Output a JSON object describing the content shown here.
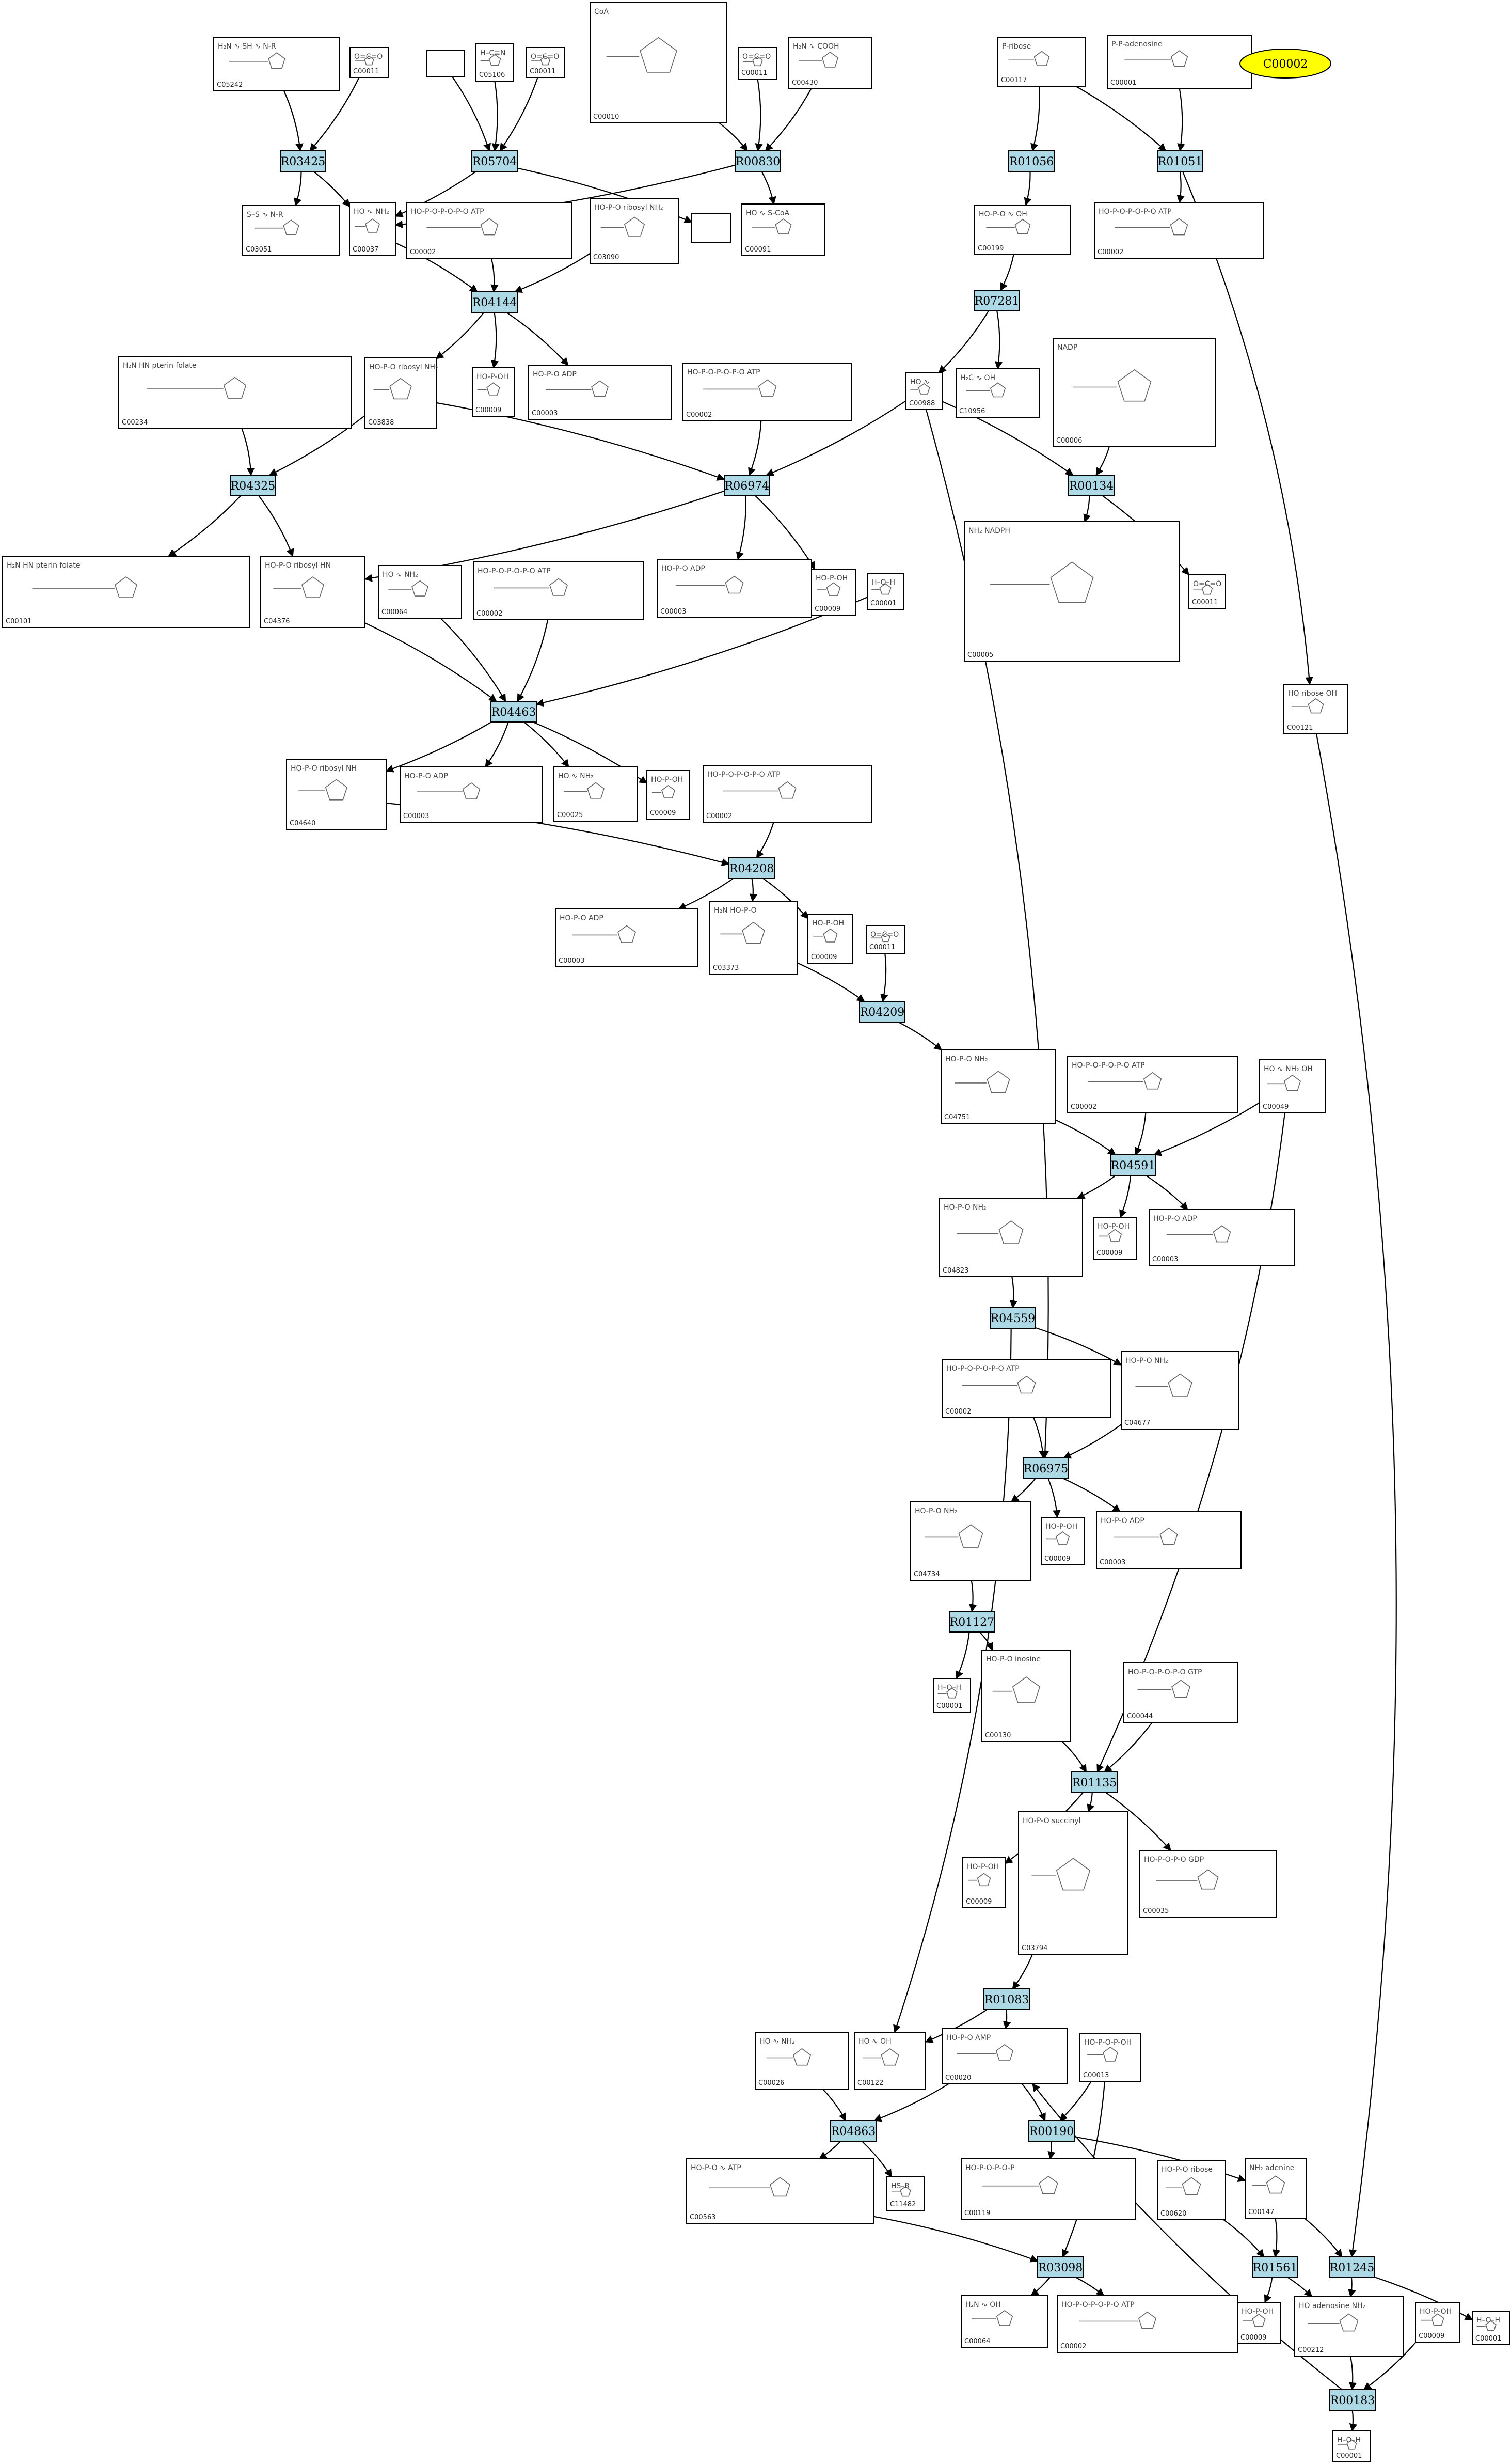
{
  "badge": {
    "label": "C00002",
    "color": "#ffff00"
  },
  "reaction_color": "#add8e6",
  "reactions": [
    "R03425",
    "R05704",
    "R00830",
    "R01056",
    "R01051",
    "R04144",
    "R07281",
    "R04325",
    "R06974",
    "R00134",
    "R04463",
    "R04208",
    "R04209",
    "R04591",
    "R04559",
    "R06975",
    "R01127",
    "R01135",
    "R01083",
    "R04863",
    "R00190",
    "R03098",
    "R01561",
    "R01245",
    "R00183"
  ],
  "compounds": [
    {
      "id": "C05242",
      "label": "C05242",
      "fg": "H₂N ∿ SH ∿ N-R"
    },
    {
      "id": "C00011a",
      "label": "C00011",
      "fg": "O=C=O"
    },
    {
      "id": "blank1",
      "label": "",
      "fg": ""
    },
    {
      "id": "C05106",
      "label": "C05106",
      "fg": "H–C≡N"
    },
    {
      "id": "C00011b",
      "label": "C00011",
      "fg": "O=C=O"
    },
    {
      "id": "C00010",
      "label": "C00010",
      "fg": "CoA"
    },
    {
      "id": "C00011c",
      "label": "C00011",
      "fg": "O=C=O"
    },
    {
      "id": "C00430",
      "label": "C00430",
      "fg": "H₂N ∿ COOH"
    },
    {
      "id": "C00117",
      "label": "C00117",
      "fg": "P-ribose"
    },
    {
      "id": "C00001a",
      "label": "C00001",
      "fg": "P-P-adenosine"
    },
    {
      "id": "C03051",
      "label": "C03051",
      "fg": "S–S ∿ N-R"
    },
    {
      "id": "C00037",
      "label": "C00037",
      "fg": "HO ∿ NH₂"
    },
    {
      "id": "C00002a",
      "label": "C00002",
      "fg": "HO-P-O-P-O-P-O ATP"
    },
    {
      "id": "C03090",
      "label": "C03090",
      "fg": "HO-P-O ribosyl NH₂"
    },
    {
      "id": "blank2",
      "label": "",
      "fg": ""
    },
    {
      "id": "C00091",
      "label": "C00091",
      "fg": "HO ∿ S-CoA"
    },
    {
      "id": "C00199",
      "label": "C00199",
      "fg": "HO-P-O ∿ OH"
    },
    {
      "id": "C00002b",
      "label": "C00002",
      "fg": "HO-P-O-P-O-P-O ATP"
    },
    {
      "id": "C00234",
      "label": "C00234",
      "fg": "H₂N HN pterin folate"
    },
    {
      "id": "C03838",
      "label": "C03838",
      "fg": "HO-P-O ribosyl NH₂"
    },
    {
      "id": "C00009a",
      "label": "C00009",
      "fg": "HO-P-OH"
    },
    {
      "id": "C00003a",
      "label": "C00003",
      "fg": "HO-P-O ADP"
    },
    {
      "id": "C00002c",
      "label": "C00002",
      "fg": "HO-P-O-P-O-P-O ATP"
    },
    {
      "id": "C00988",
      "label": "C00988",
      "fg": "HO ∿"
    },
    {
      "id": "C10956",
      "label": "C10956",
      "fg": "H₂C ∿ OH"
    },
    {
      "id": "C00006",
      "label": "C00006",
      "fg": "NADP"
    },
    {
      "id": "C00101",
      "label": "C00101",
      "fg": "H₂N HN pterin folate"
    },
    {
      "id": "C04376",
      "label": "C04376",
      "fg": "HO-P-O ribosyl HN"
    },
    {
      "id": "C00064",
      "label": "C00064",
      "fg": "HO ∿ NH₂"
    },
    {
      "id": "C00002d",
      "label": "C00002",
      "fg": "HO-P-O-P-O-P-O ATP"
    },
    {
      "id": "C00003b",
      "label": "C00003",
      "fg": "HO-P-O ADP"
    },
    {
      "id": "C00009b",
      "label": "C00009",
      "fg": "HO-P-OH"
    },
    {
      "id": "C00001b",
      "label": "C00001",
      "fg": "H–O–H"
    },
    {
      "id": "C00005",
      "label": "C00005",
      "fg": "NH₂ NADPH"
    },
    {
      "id": "C00011d",
      "label": "C00011",
      "fg": "O=C=O"
    },
    {
      "id": "C00121",
      "label": "C00121",
      "fg": "HO ribose OH"
    },
    {
      "id": "C04640",
      "label": "C04640",
      "fg": "HO-P-O ribosyl NH"
    },
    {
      "id": "C00003c",
      "label": "C00003",
      "fg": "HO-P-O ADP"
    },
    {
      "id": "C00025",
      "label": "C00025",
      "fg": "HO ∿ NH₂"
    },
    {
      "id": "C00009c",
      "label": "C00009",
      "fg": "HO-P-OH"
    },
    {
      "id": "C00002e",
      "label": "C00002",
      "fg": "HO-P-O-P-O-P-O ATP"
    },
    {
      "id": "C00003d",
      "label": "C00003",
      "fg": "HO-P-O ADP"
    },
    {
      "id": "C03373",
      "label": "C03373",
      "fg": "H₂N HO-P-O"
    },
    {
      "id": "C00009d",
      "label": "C00009",
      "fg": "HO-P-OH"
    },
    {
      "id": "C00011e",
      "label": "C00011",
      "fg": "O=C=O"
    },
    {
      "id": "C04751",
      "label": "C04751",
      "fg": "HO-P-O NH₂"
    },
    {
      "id": "C00002f",
      "label": "C00002",
      "fg": "HO-P-O-P-O-P-O ATP"
    },
    {
      "id": "C00049",
      "label": "C00049",
      "fg": "HO ∿ NH₂ OH"
    },
    {
      "id": "C04823",
      "label": "C04823",
      "fg": "HO-P-O NH₂"
    },
    {
      "id": "C00009e",
      "label": "C00009",
      "fg": "HO-P-OH"
    },
    {
      "id": "C00003e",
      "label": "C00003",
      "fg": "HO-P-O ADP"
    },
    {
      "id": "C00002g",
      "label": "C00002",
      "fg": "HO-P-O-P-O-P-O ATP"
    },
    {
      "id": "C04677",
      "label": "C04677",
      "fg": "HO-P-O NH₂"
    },
    {
      "id": "C04734",
      "label": "C04734",
      "fg": "HO-P-O NH₂"
    },
    {
      "id": "C00009f",
      "label": "C00009",
      "fg": "HO-P-OH"
    },
    {
      "id": "C00003f",
      "label": "C00003",
      "fg": "HO-P-O ADP"
    },
    {
      "id": "C00001c",
      "label": "C00001",
      "fg": "H–O–H"
    },
    {
      "id": "C00130",
      "label": "C00130",
      "fg": "HO-P-O inosine"
    },
    {
      "id": "C00044",
      "label": "C00044",
      "fg": "HO-P-O-P-O-P-O GTP"
    },
    {
      "id": "C00009g",
      "label": "C00009",
      "fg": "HO-P-OH"
    },
    {
      "id": "C03794",
      "label": "C03794",
      "fg": "HO-P-O succinyl"
    },
    {
      "id": "C00035",
      "label": "C00035",
      "fg": "HO-P-O-P-O GDP"
    },
    {
      "id": "C00026",
      "label": "C00026",
      "fg": "HO ∿ NH₂"
    },
    {
      "id": "C00122",
      "label": "C00122",
      "fg": "HO ∿ OH"
    },
    {
      "id": "C00020",
      "label": "C00020",
      "fg": "HO-P-O AMP"
    },
    {
      "id": "C00013",
      "label": "C00013",
      "fg": "HO-P-O-P-OH"
    },
    {
      "id": "C00563",
      "label": "C00563",
      "fg": "HO-P-O ∿ ATP"
    },
    {
      "id": "C11482",
      "label": "C11482",
      "fg": "HS–R"
    },
    {
      "id": "C00119",
      "label": "C00119",
      "fg": "HO-P-O-P-O-P"
    },
    {
      "id": "C00147",
      "label": "C00147",
      "fg": "NH₂ adenine"
    },
    {
      "id": "C00620",
      "label": "C00620",
      "fg": "HO-P-O ribose"
    },
    {
      "id": "C00064b",
      "label": "C00064",
      "fg": "H₂N ∿ OH"
    },
    {
      "id": "C00002h",
      "label": "C00002",
      "fg": "HO-P-O-P-O-P-O ATP"
    },
    {
      "id": "C00009h",
      "label": "C00009",
      "fg": "HO-P-OH"
    },
    {
      "id": "C00212",
      "label": "C00212",
      "fg": "HO adenosine NH₂"
    },
    {
      "id": "C00009i",
      "label": "C00009",
      "fg": "HO-P-OH"
    },
    {
      "id": "C00001d",
      "label": "C00001",
      "fg": "H–O–H"
    },
    {
      "id": "C00001e",
      "label": "C00001",
      "fg": "H–O–H"
    }
  ]
}
